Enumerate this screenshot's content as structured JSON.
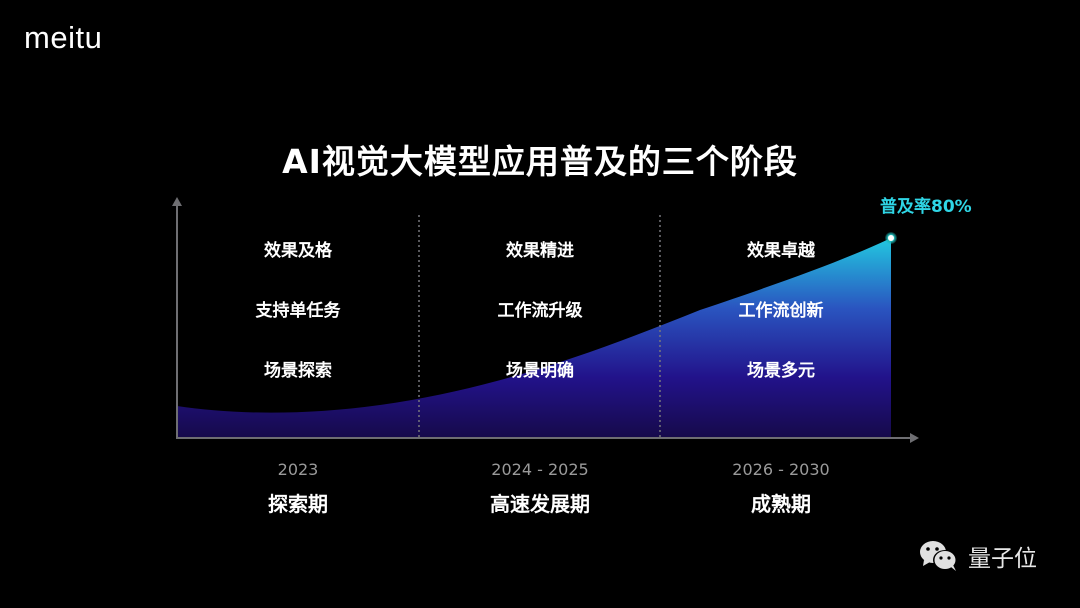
{
  "brand": {
    "logo_text": "meitu"
  },
  "slide": {
    "title": "AI视觉大模型应用普及的三个阶段"
  },
  "highlight": {
    "label": "普及率80%",
    "color": "#2fd6e6"
  },
  "stages": [
    {
      "years": "2023",
      "name": "探索期",
      "points": [
        "效果及格",
        "支持单任务",
        "场景探索"
      ]
    },
    {
      "years": "2024 - 2025",
      "name": "高速发展期",
      "points": [
        "效果精进",
        "工作流升级",
        "场景明确"
      ]
    },
    {
      "years": "2026 - 2030",
      "name": "成熟期",
      "points": [
        "效果卓越",
        "工作流创新",
        "场景多元"
      ]
    }
  ],
  "watermark": {
    "icon": "wechat-icon",
    "text": "量子位"
  },
  "colors": {
    "background": "#000000",
    "area_top": "#22c8e0",
    "area_mid": "#2a3fb8",
    "area_bottom": "#1a0a5a",
    "axis": "#6e6e72",
    "divider": "#77777c"
  }
}
